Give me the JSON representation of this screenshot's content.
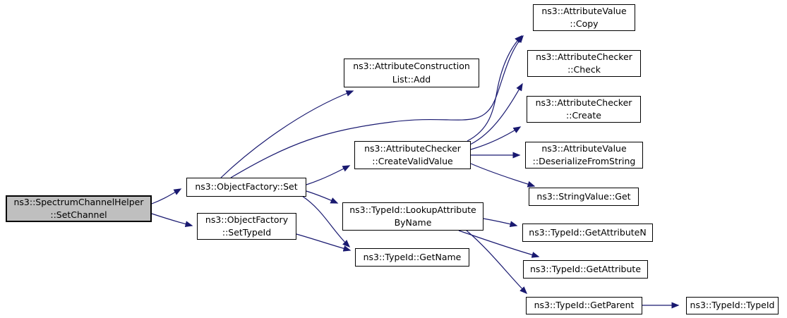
{
  "diagram": {
    "type": "call-graph",
    "background_color": "#ffffff",
    "edge_color": "#191970",
    "node_fill_color": "#ffffff",
    "node_border_color": "#000000",
    "highlight_fill_color": "#bfbfbf",
    "nodes": [
      {
        "id": "setchannel",
        "highlighted": true,
        "lines": [
          "ns3::SpectrumChannelHelper",
          "::SetChannel"
        ]
      },
      {
        "id": "set",
        "highlighted": false,
        "lines": [
          "ns3::ObjectFactory::Set"
        ]
      },
      {
        "id": "settypeid",
        "highlighted": false,
        "lines": [
          "ns3::ObjectFactory",
          "::SetTypeId"
        ]
      },
      {
        "id": "add",
        "highlighted": false,
        "lines": [
          "ns3::AttributeConstruction",
          "List::Add"
        ]
      },
      {
        "id": "createvalidvalue",
        "highlighted": false,
        "lines": [
          "ns3::AttributeChecker",
          "::CreateValidValue"
        ]
      },
      {
        "id": "lookup",
        "highlighted": false,
        "lines": [
          "ns3::TypeId::LookupAttribute",
          "ByName"
        ]
      },
      {
        "id": "getname",
        "highlighted": false,
        "lines": [
          "ns3::TypeId::GetName"
        ]
      },
      {
        "id": "copy",
        "highlighted": false,
        "lines": [
          "ns3::AttributeValue",
          "::Copy"
        ]
      },
      {
        "id": "check",
        "highlighted": false,
        "lines": [
          "ns3::AttributeChecker",
          "::Check"
        ]
      },
      {
        "id": "create",
        "highlighted": false,
        "lines": [
          "ns3::AttributeChecker",
          "::Create"
        ]
      },
      {
        "id": "deserialize",
        "highlighted": false,
        "lines": [
          "ns3::AttributeValue",
          "::DeserializeFromString"
        ]
      },
      {
        "id": "stringget",
        "highlighted": false,
        "lines": [
          "ns3::StringValue::Get"
        ]
      },
      {
        "id": "getattributen",
        "highlighted": false,
        "lines": [
          "ns3::TypeId::GetAttributeN"
        ]
      },
      {
        "id": "getattribute",
        "highlighted": false,
        "lines": [
          "ns3::TypeId::GetAttribute"
        ]
      },
      {
        "id": "getparent",
        "highlighted": false,
        "lines": [
          "ns3::TypeId::GetParent"
        ]
      },
      {
        "id": "typeid",
        "highlighted": false,
        "lines": [
          "ns3::TypeId::TypeId"
        ]
      }
    ],
    "edges": [
      {
        "from": "ns3::SpectrumChannelHelper::SetChannel",
        "to": "ns3::ObjectFactory::Set"
      },
      {
        "from": "ns3::SpectrumChannelHelper::SetChannel",
        "to": "ns3::ObjectFactory::SetTypeId"
      },
      {
        "from": "ns3::ObjectFactory::Set",
        "to": "ns3::AttributeConstructionList::Add"
      },
      {
        "from": "ns3::ObjectFactory::Set",
        "to": "ns3::AttributeValue::Copy"
      },
      {
        "from": "ns3::ObjectFactory::Set",
        "to": "ns3::AttributeChecker::CreateValidValue"
      },
      {
        "from": "ns3::ObjectFactory::Set",
        "to": "ns3::TypeId::LookupAttributeByName"
      },
      {
        "from": "ns3::ObjectFactory::Set",
        "to": "ns3::TypeId::GetName"
      },
      {
        "from": "ns3::ObjectFactory::SetTypeId",
        "to": "ns3::TypeId::GetName"
      },
      {
        "from": "ns3::AttributeChecker::CreateValidValue",
        "to": "ns3::AttributeValue::Copy"
      },
      {
        "from": "ns3::AttributeChecker::CreateValidValue",
        "to": "ns3::AttributeChecker::Check"
      },
      {
        "from": "ns3::AttributeChecker::CreateValidValue",
        "to": "ns3::AttributeChecker::Create"
      },
      {
        "from": "ns3::AttributeChecker::CreateValidValue",
        "to": "ns3::AttributeValue::DeserializeFromString"
      },
      {
        "from": "ns3::AttributeChecker::CreateValidValue",
        "to": "ns3::StringValue::Get"
      },
      {
        "from": "ns3::TypeId::LookupAttributeByName",
        "to": "ns3::TypeId::GetAttributeN"
      },
      {
        "from": "ns3::TypeId::LookupAttributeByName",
        "to": "ns3::TypeId::GetAttribute"
      },
      {
        "from": "ns3::TypeId::LookupAttributeByName",
        "to": "ns3::TypeId::GetParent"
      },
      {
        "from": "ns3::TypeId::GetParent",
        "to": "ns3::TypeId::TypeId"
      }
    ]
  }
}
